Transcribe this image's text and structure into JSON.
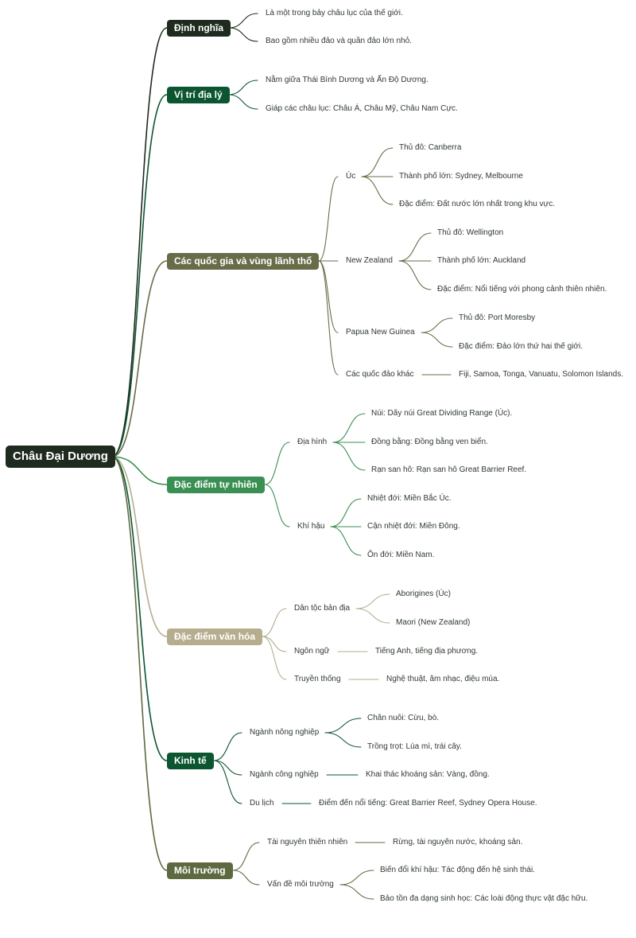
{
  "root": "Châu Đại Dương",
  "branches": [
    {
      "label": "Định nghĩa",
      "color": "#1e2b1e",
      "children": [
        {
          "label": "Là một trong bảy châu lục của thế giới."
        },
        {
          "label": "Bao gồm nhiều đảo và quần đảo lớn nhỏ."
        }
      ]
    },
    {
      "label": "Vị trí địa lý",
      "color": "#0b5530",
      "children": [
        {
          "label": "Nằm giữa Thái Bình Dương và Ấn Độ Dương."
        },
        {
          "label": "Giáp các châu lục: Châu Á, Châu Mỹ, Châu Nam Cực."
        }
      ]
    },
    {
      "label": "Các quốc gia và vùng lãnh thổ",
      "color": "#686c48",
      "children": [
        {
          "label": "Úc",
          "children": [
            {
              "label": "Thủ đô: Canberra"
            },
            {
              "label": "Thành phố lớn: Sydney, Melbourne"
            },
            {
              "label": "Đặc điểm: Đất nước lớn nhất trong khu vực."
            }
          ]
        },
        {
          "label": "New Zealand",
          "children": [
            {
              "label": "Thủ đô: Wellington"
            },
            {
              "label": "Thành phố lớn: Auckland"
            },
            {
              "label": "Đặc điểm: Nổi tiếng với phong cảnh thiên nhiên."
            }
          ]
        },
        {
          "label": "Papua New Guinea",
          "children": [
            {
              "label": "Thủ đô: Port Moresby"
            },
            {
              "label": "Đặc điểm: Đảo lớn thứ hai thế giới."
            }
          ]
        },
        {
          "label": "Các quốc đảo khác",
          "children": [
            {
              "label": "Fiji, Samoa, Tonga, Vanuatu, Solomon Islands."
            }
          ]
        }
      ]
    },
    {
      "label": "Đặc điểm tự nhiên",
      "color": "#3a8f52",
      "children": [
        {
          "label": "Địa hình",
          "children": [
            {
              "label": "Núi: Dãy núi Great Dividing Range (Úc)."
            },
            {
              "label": "Đồng bằng: Đồng bằng ven biển."
            },
            {
              "label": "Rạn san hô: Rạn san hô Great Barrier Reef."
            }
          ]
        },
        {
          "label": "Khí hậu",
          "children": [
            {
              "label": "Nhiệt đới: Miền Bắc Úc."
            },
            {
              "label": "Cận nhiệt đới: Miền Đông."
            },
            {
              "label": "Ôn đới: Miền Nam."
            }
          ]
        }
      ]
    },
    {
      "label": "Đặc điểm văn hóa",
      "color": "#b5ad8d",
      "children": [
        {
          "label": "Dân tộc bản địa",
          "children": [
            {
              "label": "Aborigines (Úc)"
            },
            {
              "label": "Maori (New Zealand)"
            }
          ]
        },
        {
          "label": "Ngôn ngữ",
          "children": [
            {
              "label": "Tiếng Anh, tiếng địa phương."
            }
          ]
        },
        {
          "label": "Truyền thống",
          "children": [
            {
              "label": "Nghệ thuật, âm nhạc, điệu múa."
            }
          ]
        }
      ]
    },
    {
      "label": "Kinh tế",
      "color": "#0b5530",
      "children": [
        {
          "label": "Ngành nông nghiệp",
          "children": [
            {
              "label": "Chăn nuôi: Cừu, bò."
            },
            {
              "label": "Trồng trọt: Lúa mì, trái cây."
            }
          ]
        },
        {
          "label": "Ngành công nghiệp",
          "children": [
            {
              "label": "Khai thác khoáng sản: Vàng, đồng."
            }
          ]
        },
        {
          "label": "Du lịch",
          "children": [
            {
              "label": "Điểm đến nổi tiếng: Great Barrier Reef, Sydney Opera House."
            }
          ]
        }
      ]
    },
    {
      "label": "Môi trường",
      "color": "#5d6a40",
      "children": [
        {
          "label": "Tài nguyên thiên nhiên",
          "children": [
            {
              "label": "Rừng, tài nguyên nước, khoáng sản."
            }
          ]
        },
        {
          "label": "Vấn đề môi trường",
          "children": [
            {
              "label": "Biến đổi khí hậu: Tác động đến hệ sinh thái."
            },
            {
              "label": "Bảo tồn đa dạng sinh học: Các loài động thực vật đặc hữu."
            }
          ]
        }
      ]
    }
  ]
}
